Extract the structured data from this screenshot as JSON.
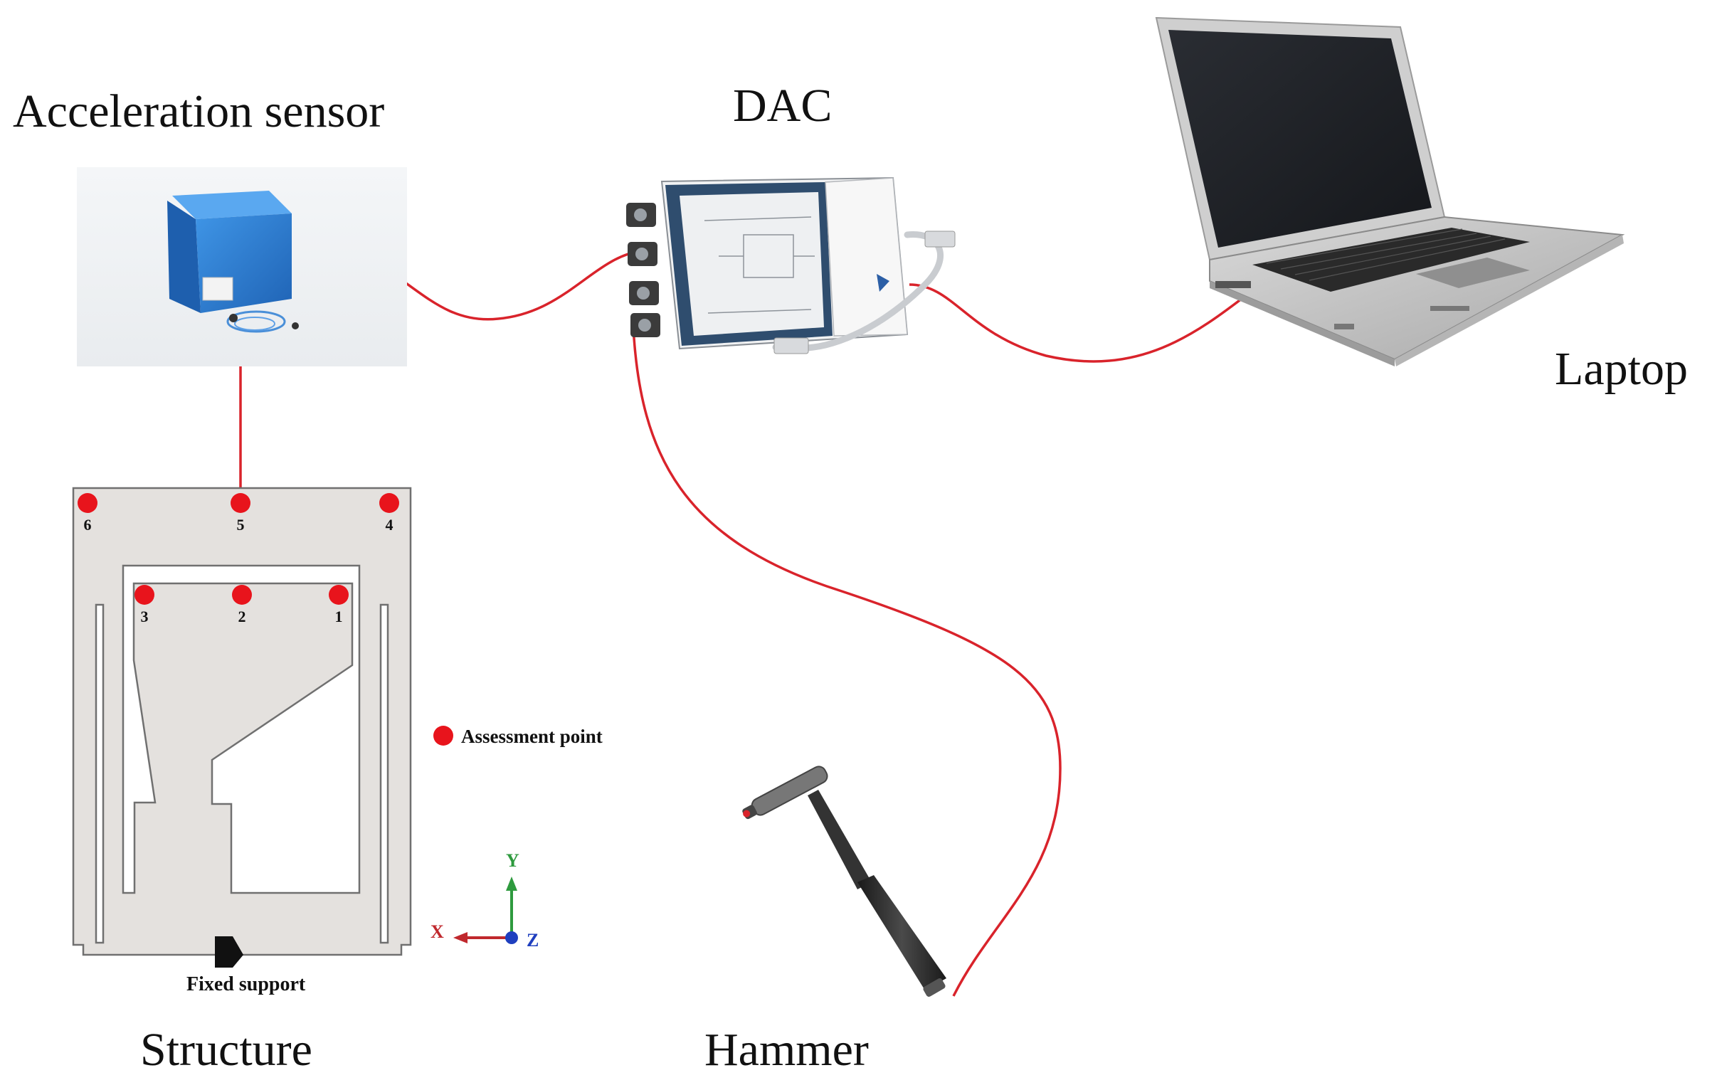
{
  "labels": {
    "acceleration_sensor": "Acceleration sensor",
    "dac": "DAC",
    "laptop": "Laptop",
    "structure": "Structure",
    "hammer": "Hammer",
    "fixed_support": "Fixed support",
    "legend_assessment_point": "Assessment point"
  },
  "assessment_points": [
    {
      "label": "6"
    },
    {
      "label": "5"
    },
    {
      "label": "4"
    },
    {
      "label": "3"
    },
    {
      "label": "2"
    },
    {
      "label": "1"
    }
  ],
  "axes": {
    "x": "X",
    "y": "Y",
    "z": "Z"
  },
  "colors": {
    "cable": "#d9232b",
    "point": "#e8141c",
    "structure_fill": "#e4e1de",
    "structure_stroke": "#707070",
    "sensor_blue": "#2f7fd4",
    "axis_x": "#c0282d",
    "axis_y": "#2e9a3e",
    "axis_z": "#1f3fbf"
  },
  "icons": [
    "acceleration-sensor-icon",
    "dac-device-icon",
    "laptop-icon",
    "hammer-icon",
    "fixed-support-icon"
  ]
}
